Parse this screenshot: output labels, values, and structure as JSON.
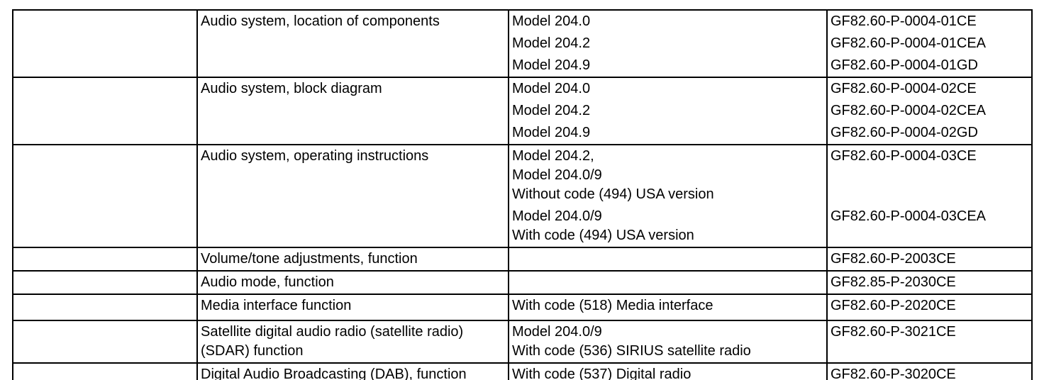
{
  "page": {
    "background_color": "#ffffff",
    "text_color": "#000000",
    "table_border_color": "#000000"
  },
  "table": {
    "rows": [
      {
        "description_lines": [
          "Audio system, location of components"
        ],
        "pairs": [
          {
            "model_lines": [
              "Model 204.0"
            ],
            "code": "GF82.60-P-0004-01CE"
          },
          {
            "model_lines": [
              "Model 204.2"
            ],
            "code": "GF82.60-P-0004-01CEA"
          },
          {
            "model_lines": [
              "Model 204.9"
            ],
            "code": "GF82.60-P-0004-01GD"
          }
        ]
      },
      {
        "description_lines": [
          "Audio system, block diagram"
        ],
        "pairs": [
          {
            "model_lines": [
              "Model 204.0"
            ],
            "code": "GF82.60-P-0004-02CE"
          },
          {
            "model_lines": [
              "Model 204.2"
            ],
            "code": "GF82.60-P-0004-02CEA"
          },
          {
            "model_lines": [
              "Model 204.9"
            ],
            "code": "GF82.60-P-0004-02GD"
          }
        ]
      },
      {
        "description_lines": [
          "Audio system, operating instructions"
        ],
        "pairs": [
          {
            "model_lines": [
              "Model 204.2,",
              "Model 204.0/9",
              "Without code (494) USA version"
            ],
            "code": "GF82.60-P-0004-03CE"
          },
          {
            "model_lines": [
              "Model 204.0/9",
              "With code (494) USA version"
            ],
            "code": "GF82.60-P-0004-03CEA"
          }
        ]
      },
      {
        "description_lines": [
          "Volume/tone adjustments, function"
        ],
        "pairs": [
          {
            "model_lines": [],
            "code": "GF82.60-P-2003CE"
          }
        ]
      },
      {
        "description_lines": [
          "Audio mode, function"
        ],
        "pairs": [
          {
            "model_lines": [],
            "code": "GF82.85-P-2030CE"
          }
        ]
      },
      {
        "description_lines": [
          "Media interface function"
        ],
        "pairs": [
          {
            "model_lines": [
              "With code (518) Media interface"
            ],
            "code": "GF82.60-P-2020CE"
          }
        ]
      },
      {
        "description_lines": [
          "Satellite digital audio radio (satellite radio)",
          "(SDAR) function"
        ],
        "pairs": [
          {
            "model_lines": [
              "Model 204.0/9",
              "With code (536) SIRIUS satellite radio"
            ],
            "code": "GF82.60-P-3021CE"
          }
        ]
      },
      {
        "description_lines": [
          "Digital Audio Broadcasting (DAB), function"
        ],
        "pairs": [
          {
            "model_lines": [
              "With code (537) Digital radio"
            ],
            "code": "GF82.60-P-3020CE"
          }
        ]
      }
    ]
  }
}
